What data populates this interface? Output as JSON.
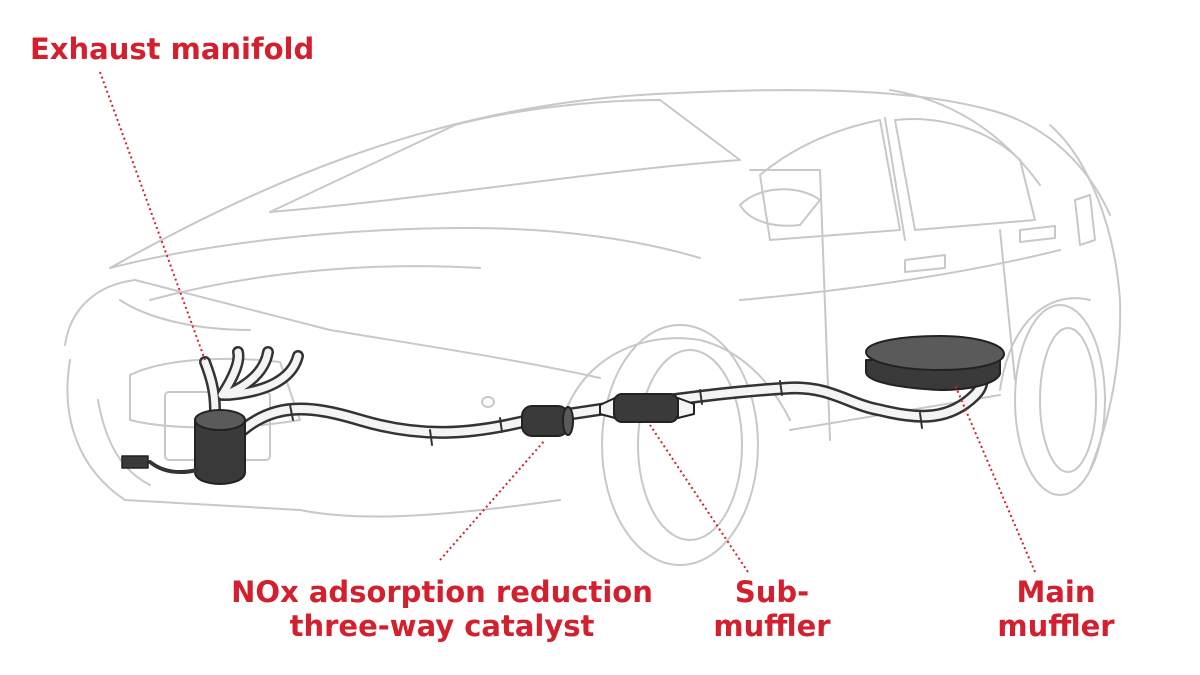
{
  "labels": {
    "exhaust_manifold": "Exhaust manifold",
    "catalyst_line1": "NOx adsorption reduction",
    "catalyst_line2": "three-way catalyst",
    "sub_muffler_line1": "Sub-",
    "sub_muffler_line2": "muffler",
    "main_muffler_line1": "Main",
    "main_muffler_line2": "muffler"
  },
  "colors": {
    "label": "#d3202e",
    "car_outline": "#c8c8c8",
    "pipe_stroke": "#333333",
    "pipe_fill": "#f4f4f4",
    "component_fill": "#3a3a3a"
  }
}
